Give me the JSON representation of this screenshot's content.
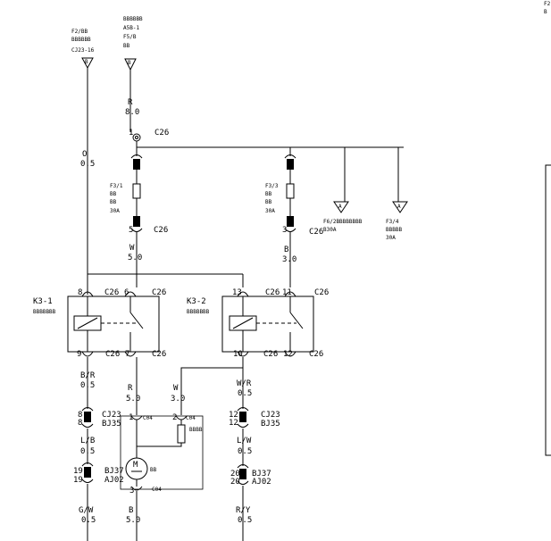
{
  "top_right": {
    "line1": "F2",
    "line2": "B"
  },
  "ground_left": {
    "label1": "F2/BB",
    "label2": "BBBBBB",
    "label3": "CJ23-16",
    "pin": "B"
  },
  "supply": {
    "label1": "BBBBBB",
    "label2": "A5B-1",
    "label3": "F5/B",
    "label4": "BB",
    "pin": "B"
  },
  "wires": {
    "r_top": {
      "color": "R",
      "size": "8.0"
    },
    "o_left": {
      "color": "O",
      "size": "0.5"
    },
    "w_mid": {
      "color": "W",
      "size": "5.0"
    },
    "b_right": {
      "color": "B",
      "size": "3.0"
    },
    "br": {
      "color": "B/R",
      "size": "0.5"
    },
    "r_bot": {
      "color": "R",
      "size": "5.0"
    },
    "w_bot": {
      "color": "W",
      "size": "3.0"
    },
    "wr": {
      "color": "W/R",
      "size": "0.5"
    },
    "lb": {
      "color": "L/B",
      "size": "0.5"
    },
    "lw": {
      "color": "L/W",
      "size": "0.5"
    },
    "gw": {
      "color": "G/W",
      "size": "0.5"
    },
    "b_bot": {
      "color": "B",
      "size": "5.0"
    },
    "ry": {
      "color": "R/Y",
      "size": "0.5"
    }
  },
  "connectors": {
    "c26_top": {
      "pin": "1",
      "name": "C26"
    },
    "c26_f1": {
      "pin": "5",
      "name": "C26"
    },
    "c26_f2": {
      "pin": "3",
      "name": "C26"
    },
    "k1": {
      "p8": "8",
      "p6": "6",
      "c1": "C26",
      "c2": "C26",
      "p9": "9",
      "p7": "7",
      "c3": "C26",
      "c4": "C26"
    },
    "k2": {
      "p13": "13",
      "p11": "11",
      "c1": "C26",
      "c2": "C26",
      "p10": "10",
      "p12": "12",
      "c3": "C26",
      "c4": "C26"
    },
    "cj23_left": {
      "pins": "8",
      "pins2": "8",
      "name1": "CJ23",
      "name2": "BJ35"
    },
    "cj23_right": {
      "pins": "12",
      "pins2": "12",
      "name1": "CJ23",
      "name2": "BJ35"
    },
    "bj37_left": {
      "pins": "19",
      "pins2": "19",
      "name1": "BJ37",
      "name2": "AJ02"
    },
    "bj37_right": {
      "pins": "20",
      "pins2": "20",
      "name1": "BJ37",
      "name2": "AJ02"
    },
    "c04_a": {
      "pin": "1",
      "name": "C04"
    },
    "c04_b": {
      "pin": "2",
      "name": "C04"
    },
    "c04_c": {
      "pin": "3",
      "name": "C04"
    }
  },
  "fuses": {
    "f1": {
      "l1": "F3/1",
      "l2": "BB",
      "l3": "BB",
      "l4": "30A"
    },
    "f2": {
      "l1": "F3/3",
      "l2": "BB",
      "l3": "BB",
      "l4": "30A"
    }
  },
  "grounds": {
    "g1": {
      "l1": "F6/2BBBBBBBB",
      "l2": "B30A",
      "pin": "A"
    },
    "g2": {
      "l1": "F3/4",
      "l2": "BBBBB",
      "l3": "30A",
      "pin": "A"
    }
  },
  "relays": {
    "k1": {
      "id": "K3-1",
      "name": "BBBBBBB"
    },
    "k2": {
      "id": "K3-2",
      "name": "BBBBBBB"
    }
  },
  "resistor": {
    "label": "BBBB"
  },
  "motor": {
    "label": "BB",
    "symbol": "M"
  }
}
